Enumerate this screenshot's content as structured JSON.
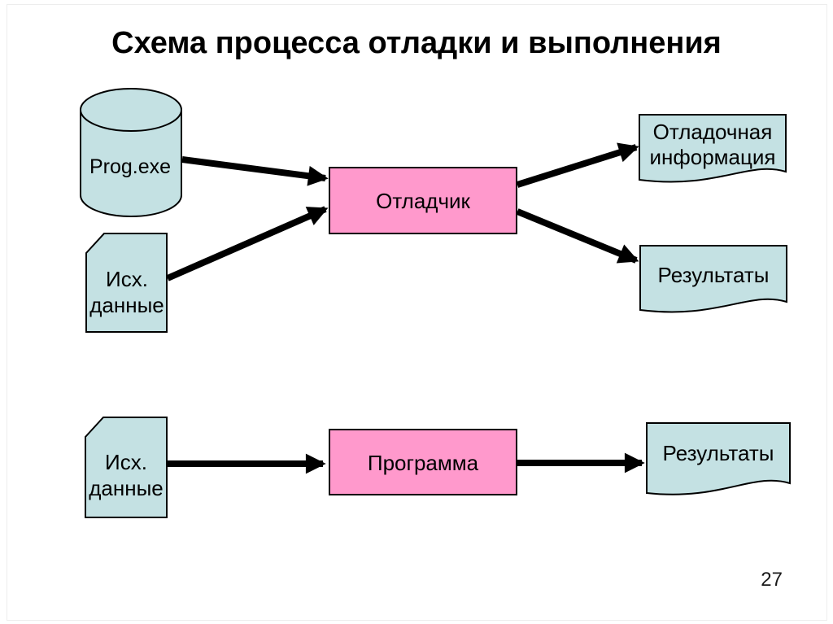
{
  "slide": {
    "title": "Схема процесса отладки и выполнения",
    "page_number": "27"
  },
  "colors": {
    "storage_fill": "#c4e1e3",
    "process_fill": "#ff99cc",
    "outline": "#000000",
    "arrow": "#000000"
  },
  "nodes": {
    "prog_exe": {
      "label": "Prog.exe"
    },
    "source_data_top": {
      "line1": "Исх.",
      "line2": "данные"
    },
    "debugger": {
      "label": "Отладчик"
    },
    "debug_info": {
      "line1": "Отладочная",
      "line2": "информация"
    },
    "results_top": {
      "label": "Результаты"
    },
    "source_data_bottom": {
      "line1": "Исх.",
      "line2": "данные"
    },
    "program": {
      "label": "Программа"
    },
    "results_bottom": {
      "label": "Результаты"
    }
  }
}
